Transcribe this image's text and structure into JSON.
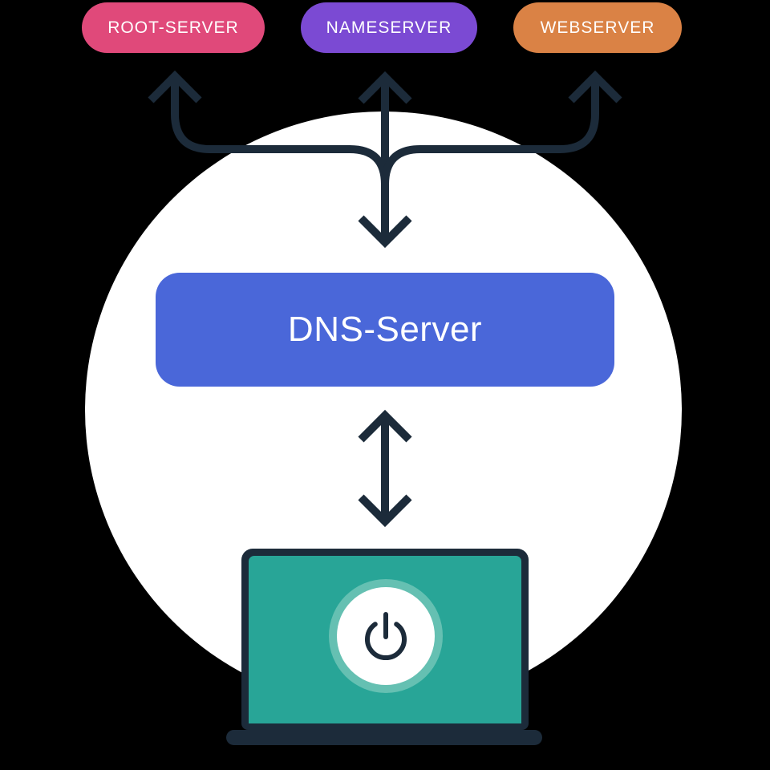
{
  "canvas": {
    "background": "#000000",
    "circle_color": "#ffffff"
  },
  "colors": {
    "line": "#1c2b3a"
  },
  "nodes": {
    "root_server": {
      "label": "ROOT-SERVER",
      "color": "#e0497a",
      "text_color": "#ffffff"
    },
    "nameserver": {
      "label": "NAMESERVER",
      "color": "#7b4ad3",
      "text_color": "#ffffff"
    },
    "webserver": {
      "label": "WEBSERVER",
      "color": "#da8245",
      "text_color": "#ffffff"
    },
    "dns_server": {
      "label": "DNS-Server",
      "fill": "#4a67d9",
      "border": "#1c2b3a",
      "text_color": "#ffffff"
    },
    "client_laptop": {
      "screen_color": "#28a597",
      "frame_color": "#1c2b3a",
      "button_ring_color": "#65c0b2",
      "button_face_color": "#ffffff",
      "power_icon_color": "#1c2b3a"
    }
  },
  "edges": [
    {
      "from": "dns_server",
      "to": "root_server",
      "type": "arrow-up"
    },
    {
      "from": "dns_server",
      "to": "nameserver",
      "type": "arrow-up-and-down"
    },
    {
      "from": "dns_server",
      "to": "webserver",
      "type": "arrow-up"
    },
    {
      "from": "dns_server",
      "to": "client_laptop",
      "type": "arrow-both"
    }
  ]
}
